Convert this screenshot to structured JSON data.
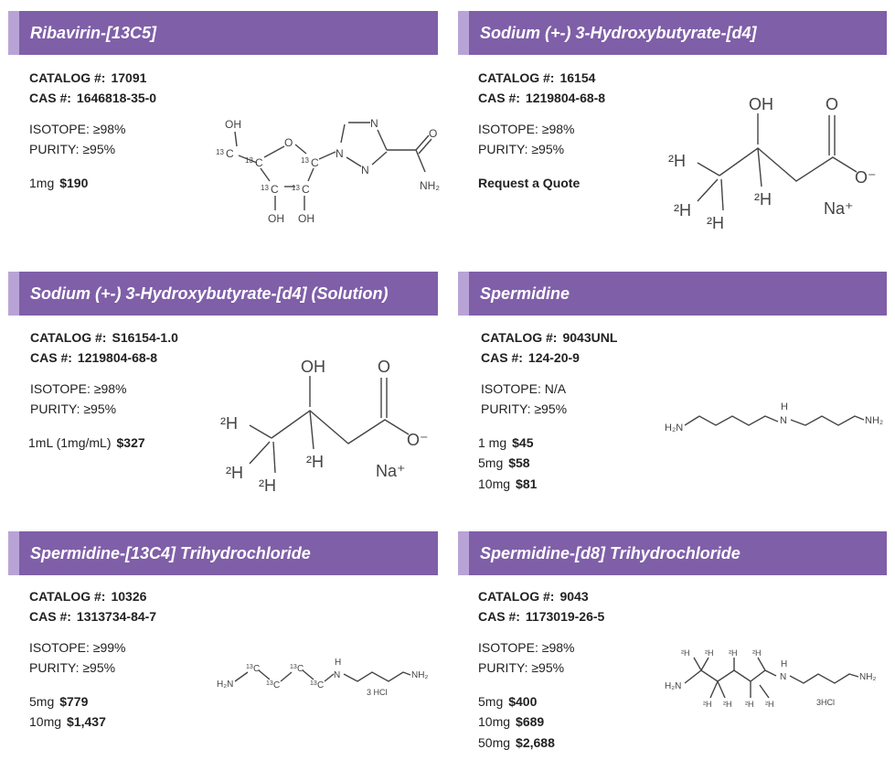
{
  "products": [
    {
      "name": "Ribavirin-[13C5]",
      "catalog_label": "CATALOG #:",
      "catalog": "17091",
      "cas_label": "CAS #:",
      "cas": "1646818-35-0",
      "isotope": "ISOTOPE:  ≥98%",
      "purity": "PURITY:  ≥95%",
      "prices": [
        {
          "size": "1mg",
          "price": "$190"
        }
      ]
    },
    {
      "name": "Sodium (+-) 3-Hydroxybutyrate-[d4]",
      "catalog_label": "CATALOG #:",
      "catalog": "16154",
      "cas_label": "CAS #:",
      "cas": "1219804-68-8",
      "isotope": "ISOTOPE:  ≥98%",
      "purity": "PURITY:  ≥95%",
      "quote": "Request a Quote"
    },
    {
      "name": "Sodium (+-) 3-Hydroxybutyrate-[d4] (Solution)",
      "catalog_label": "CATALOG #:",
      "catalog": "S16154-1.0",
      "cas_label": "CAS #:",
      "cas": "1219804-68-8",
      "isotope": "ISOTOPE: ≥98%",
      "purity": "PURITY: ≥95%",
      "prices": [
        {
          "size": "1mL (1mg/mL)",
          "price": "$327"
        }
      ]
    },
    {
      "name": "Spermidine",
      "catalog_label": "CATALOG #:",
      "catalog": "9043UNL",
      "cas_label": "CAS #:",
      "cas": "124-20-9",
      "isotope": "ISOTOPE: N/A",
      "purity": "PURITY: ≥95%",
      "prices": [
        {
          "size": "1 mg",
          "price": "$45"
        },
        {
          "size": "5mg",
          "price": "$58"
        },
        {
          "size": "10mg",
          "price": "$81"
        }
      ]
    },
    {
      "name": "Spermidine-[13C4] Trihydrochloride",
      "catalog_label": "CATALOG #:",
      "catalog": "10326",
      "cas_label": "CAS #:",
      "cas": "1313734-84-7",
      "isotope": "ISOTOPE:  ≥99%",
      "purity": "PURITY:  ≥95%",
      "prices": [
        {
          "size": "5mg",
          "price": "$779"
        },
        {
          "size": "10mg",
          "price": "$1,437"
        }
      ]
    },
    {
      "name": "Spermidine-[d8] Trihydrochloride",
      "catalog_label": "CATALOG #:",
      "catalog": "9043",
      "cas_label": "CAS #:",
      "cas": "1173019-26-5",
      "isotope": "ISOTOPE:  ≥98%",
      "purity": "PURITY:  ≥95%",
      "prices": [
        {
          "size": "5mg",
          "price": "$400"
        },
        {
          "size": "10mg",
          "price": "$689"
        },
        {
          "size": "50mg",
          "price": "$2,688"
        }
      ]
    }
  ],
  "structures": {
    "ribavirin": {
      "oh_top": "OH",
      "oh_left": "OH",
      "oh_right": "OH",
      "o_ring": "O",
      "n1": "N",
      "n2": "N",
      "n3": "N",
      "o_amide": "O",
      "nh2": "NH₂",
      "c13": "13",
      "c": "C"
    },
    "hydroxybutyrate": {
      "oh": "OH",
      "o": "O",
      "o_minus": "O⁻",
      "d": "²H",
      "na": "Na⁺"
    },
    "spermidine": {
      "h2n": "H₂N",
      "nh": "H",
      "n": "N",
      "nh2": "NH₂"
    },
    "spermidine_13c4": {
      "h2n": "H₂N",
      "h": "H",
      "n": "N",
      "nh2": "NH₂",
      "c13": "13",
      "c": "C",
      "salt": "3 HCl"
    },
    "spermidine_d8": {
      "h2n": "H₂N",
      "h": "H",
      "n": "N",
      "nh2": "NH₂",
      "d": "²H",
      "salt": "3HCl"
    }
  }
}
